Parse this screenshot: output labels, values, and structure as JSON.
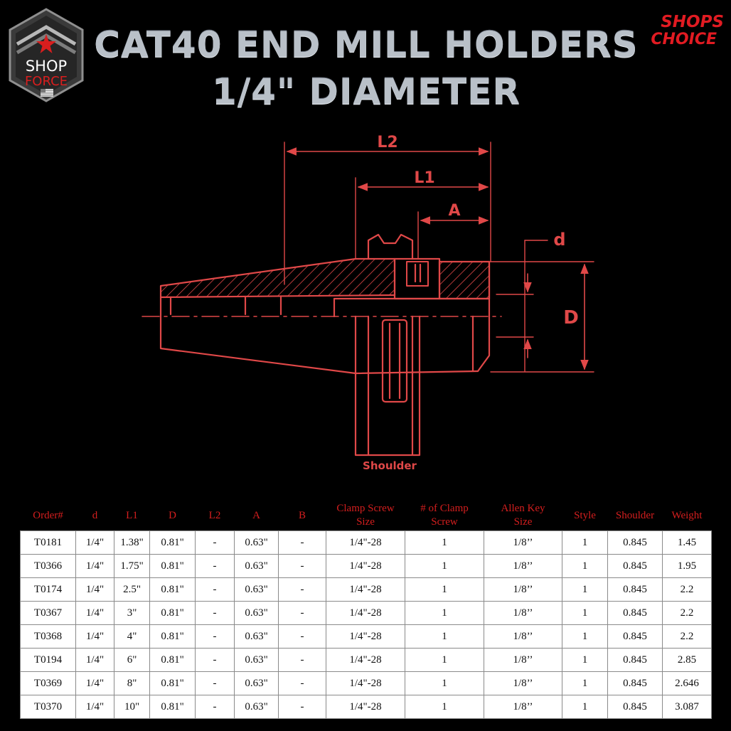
{
  "brand": {
    "left_logo_top": "SHOP",
    "left_logo_bottom": "FORCE",
    "right_logo_top": "SHOPS",
    "right_logo_bottom": "CHOICE"
  },
  "title": {
    "line1": "CAT40 END MILL HOLDERS",
    "line2": "1/4\" DIAMETER"
  },
  "diagram": {
    "labels": {
      "L2": "L2",
      "L1": "L1",
      "A": "A",
      "d": "d",
      "D": "D",
      "shoulder": "Shoulder"
    },
    "color": "#e04848"
  },
  "table": {
    "headers": [
      [
        "Order#"
      ],
      [
        "d"
      ],
      [
        "L1"
      ],
      [
        "D"
      ],
      [
        "L2"
      ],
      [
        "A"
      ],
      [
        "B"
      ],
      [
        "Clamp Screw",
        "Size"
      ],
      [
        "# of Clamp",
        "Screw"
      ],
      [
        "Allen Key",
        "Size"
      ],
      [
        "Style"
      ],
      [
        "Shoulder"
      ],
      [
        "Weight"
      ]
    ],
    "rows": [
      [
        "T0181",
        "1/4\"",
        "1.38\"",
        "0.81\"",
        "-",
        "0.63\"",
        "-",
        "1/4\"-28",
        "1",
        "1/8’’",
        "1",
        "0.845",
        "1.45"
      ],
      [
        "T0366",
        "1/4\"",
        "1.75\"",
        "0.81\"",
        "-",
        "0.63\"",
        "-",
        "1/4\"-28",
        "1",
        "1/8’’",
        "1",
        "0.845",
        "1.95"
      ],
      [
        "T0174",
        "1/4\"",
        "2.5\"",
        "0.81\"",
        "-",
        "0.63\"",
        "-",
        "1/4\"-28",
        "1",
        "1/8’’",
        "1",
        "0.845",
        "2.2"
      ],
      [
        "T0367",
        "1/4\"",
        "3\"",
        "0.81\"",
        "-",
        "0.63\"",
        "-",
        "1/4\"-28",
        "1",
        "1/8’’",
        "1",
        "0.845",
        "2.2"
      ],
      [
        "T0368",
        "1/4\"",
        "4\"",
        "0.81\"",
        "-",
        "0.63\"",
        "-",
        "1/4\"-28",
        "1",
        "1/8’’",
        "1",
        "0.845",
        "2.2"
      ],
      [
        "T0194",
        "1/4\"",
        "6\"",
        "0.81\"",
        "-",
        "0.63\"",
        "-",
        "1/4\"-28",
        "1",
        "1/8’’",
        "1",
        "0.845",
        "2.85"
      ],
      [
        "T0369",
        "1/4\"",
        "8\"",
        "0.81\"",
        "-",
        "0.63\"",
        "-",
        "1/4\"-28",
        "1",
        "1/8’’",
        "1",
        "0.845",
        "2.646"
      ],
      [
        "T0370",
        "1/4\"",
        "10\"",
        "0.81\"",
        "-",
        "0.63\"",
        "-",
        "1/4\"-28",
        "1",
        "1/8’’",
        "1",
        "0.845",
        "3.087"
      ]
    ]
  }
}
